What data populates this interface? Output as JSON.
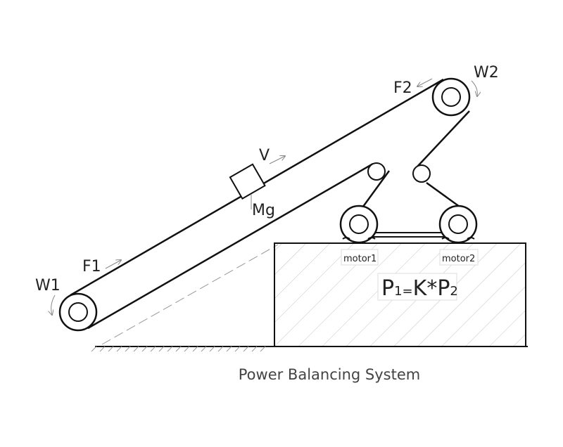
{
  "labels": {
    "w1": "W1",
    "f1": "F1",
    "f2": "F2",
    "w2": "W2",
    "v": "V",
    "mg": "Mg",
    "motor1": "motor1",
    "motor2": "motor2"
  },
  "formula": {
    "p1": "P",
    "p1_sub": "1",
    "equals": "=",
    "k": "K*P",
    "p2_sub": "2"
  },
  "caption": "Power Balancing System",
  "colors": {
    "line": "#111111",
    "hatch": "#bbbbbb",
    "dashed": "#999999",
    "arrow": "#888888"
  }
}
